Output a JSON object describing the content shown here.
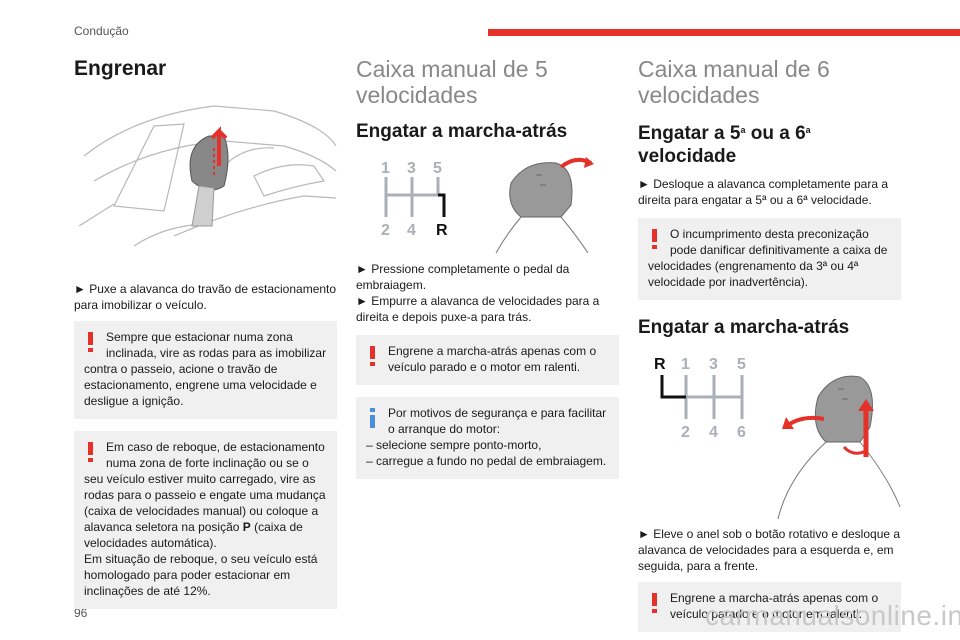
{
  "header": {
    "section": "Condução",
    "page_number": "96"
  },
  "col1": {
    "title": "Engrenar",
    "instruction": "► Puxe a alavanca do travão de estacionamento para imobilizar o veículo.",
    "warning1": "Sempre que estacionar numa zona inclinada, vire as rodas para as imobilizar contra o passeio, acione o travão de estacionamento, engrene uma velocidade e desligue a ignição.",
    "warning2_a": "Em caso de reboque, de estacionamento numa zona de forte inclinação ou se o seu veículo estiver muito carregado, vire as rodas para o passeio e engate uma mudança (caixa de velocidades manual) ou coloque a alavanca seletora na posição ",
    "warning2_bold": "P",
    "warning2_b": " (caixa de velocidades automática).",
    "warning2_c": "Em situação de reboque, o seu veículo está homologado para poder estacionar em inclinações de até 12%."
  },
  "col2": {
    "title": "Caixa manual de 5 velocidades",
    "subtitle": "Engatar a marcha-atrás",
    "gear_labels": [
      "1",
      "3",
      "5",
      "2",
      "4",
      "R"
    ],
    "step1": "► Pressione completamente o pedal da embraiagem.",
    "step2": "► Empurre a alavanca de velocidades para a direita e depois puxe-a para trás.",
    "warning": "Engrene a marcha-atrás apenas com o veículo parado e o motor em ralenti.",
    "info_intro": "Por motivos de segurança e para facilitar o arranque do motor:",
    "info_items": [
      "– selecione sempre ponto-morto,",
      "– carregue a fundo no pedal de embraiagem."
    ]
  },
  "col3": {
    "title": "Caixa manual de 6 velocidades",
    "subtitle_a": "Engatar a 5",
    "subtitle_sup1": "a",
    "subtitle_b": " ou a 6",
    "subtitle_sup2": "a",
    "subtitle_c": "velocidade",
    "step1": "► Desloque a alavanca completamente para a direita para engatar a 5ª ou a 6ª velocidade.",
    "warning1": "O incumprimento desta preconização pode danificar definitivamente a caixa de velocidades (engrenamento da 3ª ou 4ª velocidade por inadvertência).",
    "subtitle2": "Engatar a marcha-atrás",
    "gear_labels": [
      "R",
      "1",
      "3",
      "5",
      "2",
      "4",
      "6"
    ],
    "step2": "► Eleve o anel sob o botão rotativo e desloque a alavanca de velocidades para a esquerda e, em seguida, para a frente.",
    "warning2": "Engrene a marcha-atrás apenas com o veículo parado e o motor em ralenti."
  },
  "colors": {
    "accent_red": "#e4322b",
    "info_blue": "#4a90d9",
    "box_bg": "#f0f0f0"
  },
  "icons": {
    "warning": "exclamation-icon",
    "info": "info-i-icon"
  },
  "watermark": "carmanualsonline.info"
}
